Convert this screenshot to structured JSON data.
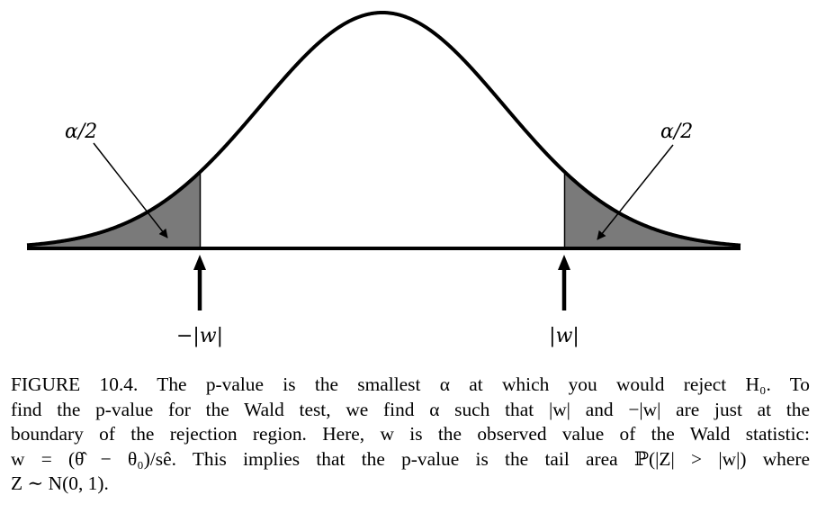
{
  "figure": {
    "labels": {
      "left_tail": "α/2",
      "right_tail": "α/2",
      "left_marker": "−|w|",
      "right_marker": "|w|"
    },
    "colors": {
      "curve": "#000000",
      "tail_fill": "#7a7a7a",
      "axis": "#000000"
    },
    "tail_cutoff_z": 1.5
  },
  "caption": {
    "label": "FIGURE 10.4.",
    "line1": "The p-value is the smallest α at which you would reject H₀. To",
    "line2": "find the p-value for the Wald test, we find α such that |w| and −|w| are just at the",
    "line3": "boundary of the rejection region. Here, w is the observed value of the Wald statistic:",
    "line4": "w = (θ̂ − θ₀)/sê. This implies that the p-value is the tail area ℙ(|Z| > |w|) where",
    "line5": "Z ∼ N(0, 1)."
  }
}
